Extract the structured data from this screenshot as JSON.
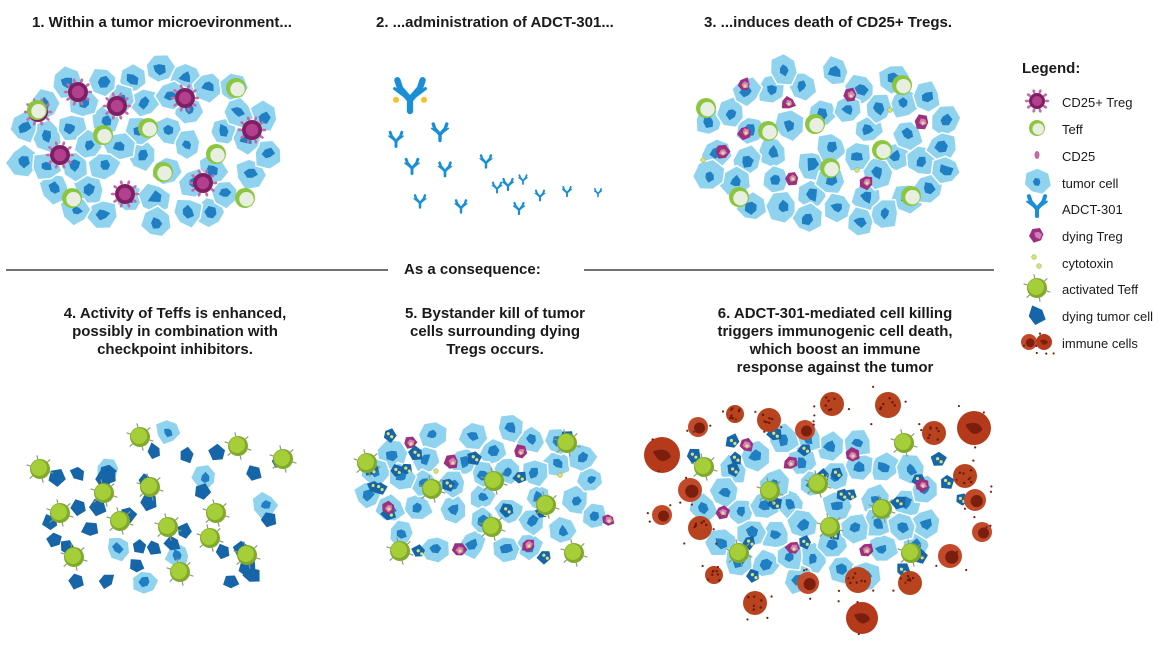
{
  "panels": [
    {
      "id": "1",
      "title": "1. Within a tumor microevironment..."
    },
    {
      "id": "2",
      "title": "2. ...administration of ADCT-301..."
    },
    {
      "id": "3",
      "title": "3. ...induces death of CD25+ Tregs."
    },
    {
      "id": "4",
      "title": [
        "4. Activity of Teffs is enhanced,",
        "possibly in combination with",
        "checkpoint inhibitors."
      ]
    },
    {
      "id": "5",
      "title": [
        "5. Bystander kill of tumor",
        "cells surrounding dying",
        "Tregs occurs."
      ]
    },
    {
      "id": "6",
      "title": [
        "6. ADCT-301-mediated cell killing",
        "triggers immunogenic cell death,",
        "which boost an immune",
        "response against the tumor"
      ]
    }
  ],
  "divider_label": "As a consequence:",
  "legend": {
    "title": "Legend:",
    "items": [
      {
        "label": "CD25+ Treg",
        "icon": "cd25-treg-icon"
      },
      {
        "label": "Teff",
        "icon": "teff-icon"
      },
      {
        "label": "CD25",
        "icon": "cd25-icon"
      },
      {
        "label": "tumor cell",
        "icon": "tumor-cell-icon"
      },
      {
        "label": "ADCT-301",
        "icon": "antibody-icon"
      },
      {
        "label": "dying Treg",
        "icon": "dying-treg-icon"
      },
      {
        "label": "cytotoxin",
        "icon": "cytotoxin-icon"
      },
      {
        "label": "activated Teff",
        "icon": "activated-teff-icon"
      },
      {
        "label": "dying tumor cell",
        "icon": "dying-tumor-cell-icon"
      },
      {
        "label": "immune cells",
        "icon": "immune-cells-icon"
      }
    ]
  },
  "colors": {
    "tumor": "#8fd3ef",
    "tumor_border": "#ffffff",
    "tumor_nucleus": "#1f7fc2",
    "treg": "#b2408f",
    "treg_dark": "#7e1f63",
    "teff_ring": "#8cc63f",
    "teff_fill": "#e8efe0",
    "activated_teff": "#a6ce39",
    "dying_tumor": "#1565a8",
    "antibody": "#1a8fd6",
    "cytotoxin": "#d9e27a",
    "immune": "#b5391b",
    "immune_dark": "#7a1e0d",
    "divider": "#444444"
  }
}
